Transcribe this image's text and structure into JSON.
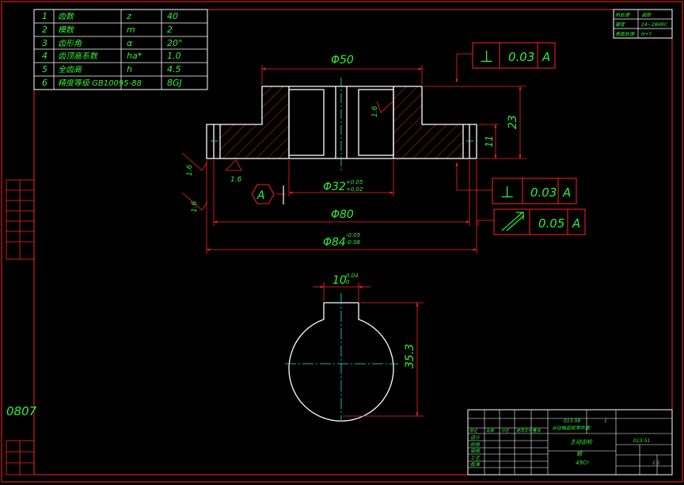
{
  "colors": {
    "background": "#000000",
    "frame": "#ff2222",
    "outline": "#ffffff",
    "dimension": "#ff2222",
    "text": "#33ee33",
    "center": "#33dddd",
    "hatch": "#ff3333"
  },
  "param_table": {
    "rows": [
      {
        "no": "1",
        "name": "齿数",
        "symbol": "z",
        "value": "40"
      },
      {
        "no": "2",
        "name": "模数",
        "symbol": "m",
        "value": "2"
      },
      {
        "no": "3",
        "name": "齿形角",
        "symbol": "α",
        "value": "20°"
      },
      {
        "no": "4",
        "name": "齿顶高系数",
        "symbol": "ha*",
        "value": "1.0"
      },
      {
        "no": "5",
        "name": "全齿高",
        "symbol": "h",
        "value": "4.5"
      },
      {
        "no": "6",
        "name": "精度等级 GB10095-88",
        "symbol": "",
        "value": "8GJ"
      }
    ]
  },
  "top_right_box": {
    "rows": [
      {
        "label": "热处理",
        "value": "调质"
      },
      {
        "label": "硬度",
        "value": "24~28HRC"
      },
      {
        "label": "表面处理",
        "value": "H+Y"
      }
    ]
  },
  "dimensions": {
    "d50": "Φ50",
    "d32": "Φ32",
    "d32_tol_upper": "+0.05",
    "d32_tol_lower": "+0.02",
    "d80": "Φ80",
    "d84": "Φ84",
    "d84_tol_upper": "-0.05",
    "d84_tol_lower": "-0.06",
    "h23": "23",
    "h11": "11",
    "key10": "10",
    "key10_tol_upper": "0.04",
    "key10_tol_lower": "0",
    "key353": "35.3"
  },
  "roughness": {
    "r1": "1.6",
    "r2": "1.6",
    "r3": "1.6",
    "r4": "1.6"
  },
  "datum": {
    "label": "A"
  },
  "tolerances": [
    {
      "symbol": "⊥",
      "value": "0.03",
      "datum": "A"
    },
    {
      "symbol": "⊥",
      "value": "0.03",
      "datum": "A"
    },
    {
      "symbol": "↗",
      "value": "0.05",
      "datum": "A"
    }
  ],
  "side_number": "0807",
  "title_block": {
    "drawing_code": "013-58",
    "drawing_name": "从动轴齿轮零件图",
    "part_name": "主动齿轮",
    "material": "45Cr",
    "material_label": "钢",
    "part_code": "013-51",
    "sheet": "1",
    "scale": "1:1",
    "roles": [
      "设计",
      "校核",
      "审核",
      "工艺",
      "批准"
    ],
    "rev_headers": [
      "标记",
      "处数",
      "分区",
      "更改文件号",
      "签名",
      "日期"
    ]
  }
}
